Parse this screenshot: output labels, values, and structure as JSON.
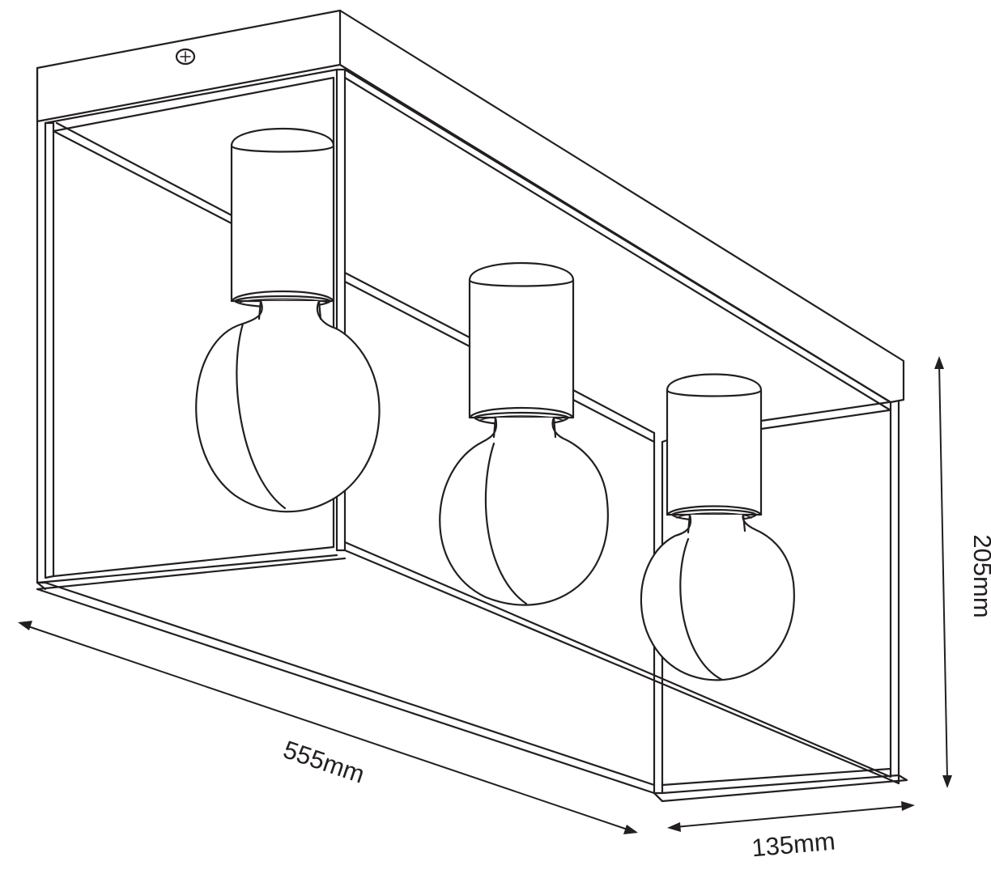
{
  "dimensions": {
    "length": "555mm",
    "depth": "135mm",
    "height": "205mm"
  },
  "colors": {
    "line": "#231f20",
    "background": "#ffffff"
  },
  "icons": {
    "mount_screw": "screw-icon"
  }
}
